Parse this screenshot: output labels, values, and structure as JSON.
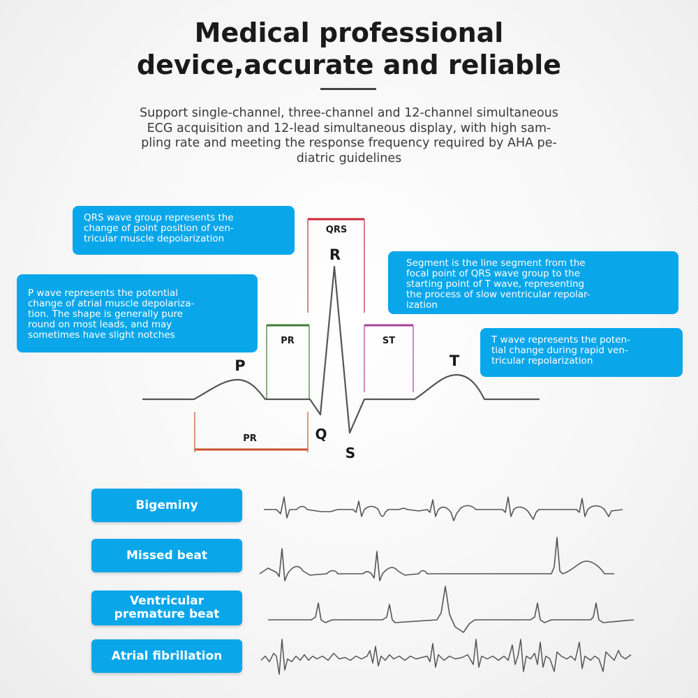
{
  "header": {
    "title_lines": [
      "Medical professional",
      "device,accurate and reliable"
    ],
    "subtitle_lines": [
      "Support single-channel, three-channel and 12-channel simultaneous",
      "ECG acquisition and 12-lead simultaneous display, with high sam-",
      "pling rate and meeting the response frequency required by AHA pe-",
      "diatric guidelines"
    ]
  },
  "diagram": {
    "wave_labels": {
      "p": "P",
      "q": "Q",
      "r": "R",
      "s": "S",
      "t": "T"
    },
    "segment_labels": {
      "qrs": "QRS",
      "pr_segment": "PR",
      "st": "ST",
      "pr_interval": "PR"
    },
    "callouts": {
      "qrs": [
        "QRS wave group represents the",
        "change of point position of ven-",
        "tricular muscle depolarization"
      ],
      "p_wave": [
        "P wave represents the potential",
        "change of atrial muscle depolariza-",
        "tion.  The shape is generally pure",
        "round on most leads, and may",
        "sometimes have slight notches"
      ],
      "segment": [
        "Segment is the line segment from the",
        "focal point of QRS wave group to the",
        "starting point of T wave, representing",
        "the process of slow ventricular repolar-",
        "ization"
      ],
      "t_wave": [
        "T wave represents the poten-",
        "tial change during rapid ven-",
        "tricular repolarization"
      ]
    },
    "colors": {
      "callout_bg": "#0aa6ea",
      "qrs_bar": "#c8283c",
      "pr_segment": "#3e7d32",
      "st_segment": "#a8409c",
      "pr_interval": "#c8522a",
      "trace": "#555555"
    }
  },
  "arrhythmias": [
    {
      "label_lines": [
        "Bigeminy"
      ]
    },
    {
      "label_lines": [
        "Missed beat"
      ]
    },
    {
      "label_lines": [
        "Ventricular",
        "premature beat"
      ]
    },
    {
      "label_lines": [
        "Atrial fibrillation"
      ]
    }
  ]
}
